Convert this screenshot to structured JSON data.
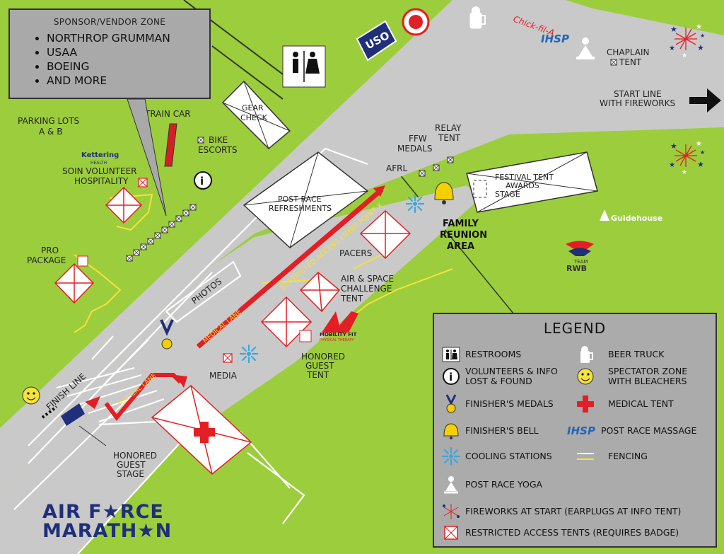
{
  "colors": {
    "grass": "#9ccd3c",
    "road": "#c9c9c9",
    "accent_red": "#e31e24",
    "navy": "#1f2f7a",
    "fence_white": "#ffffff",
    "fence_yellow": "#f5e23a",
    "legend_bg": "#ababab"
  },
  "sponsor": {
    "title": "SPONSOR/VENDOR ZONE",
    "items": [
      "NORTHROP GRUMMAN",
      "USAA",
      "BOEING",
      "AND MORE"
    ]
  },
  "labels": {
    "parking": "PARKING LOTS",
    "parking2": "A & B",
    "train_car": "TRAIN CAR",
    "gear": "GEAR",
    "check": "CHECK",
    "bike": "BIKE",
    "escorts": "ESCORTS",
    "soin": "SOIN VOLUNTEER",
    "hospitality": "HOSPITALITY",
    "kettering": "Kettering",
    "health": "HEALTH",
    "pro": "PRO",
    "package": "PACKAGE",
    "post_race": "POST RACE",
    "refreshments": "REFRESHMENTS",
    "photos": "PHOTOS",
    "restricted_access": "RESTRICTED ACCESS ENTRY POINT X",
    "medical_lane": "MEDICAL LANE",
    "pacers": "PACERS",
    "air_space": "AIR & SPACE",
    "challenge": "CHALLENGE",
    "tent": "TENT",
    "media": "MEDIA",
    "honored1": "HONORED",
    "guest1": "GUEST",
    "tent2": "TENT",
    "finish_line": "FINISH LINE",
    "honored_stage1": "HONORED",
    "honored_stage2": "GUEST",
    "honored_stage3": "STAGE",
    "ffw": "FFW",
    "medals": "MEDALS",
    "relay": "RELAY",
    "relay_tent": "TENT",
    "afrl": "AFRL",
    "festival_tent": "FESTIVAL  TENT",
    "awards": "AWARDS",
    "stage": "STAGE",
    "family1": "FAMILY",
    "family2": "REUNION",
    "family3": "AREA",
    "chaplain": "CHAPLAIN",
    "chaplain_tent": "TENT",
    "start1": "START LINE",
    "start2": "WITH FIREWORKS",
    "guidehouse": "Guidehouse",
    "team": "TEAM",
    "rwb": "RWB",
    "uso": "USO",
    "ihsp": "IHSP",
    "chick": "Chick-fil-A",
    "mobility1": "MOBILITY FIT",
    "mobility2": "PHYSICAL THERAPY"
  },
  "legend": {
    "title": "LEGEND",
    "items": [
      {
        "icon": "restroom-icon",
        "label": "RESTROOMS"
      },
      {
        "icon": "beer-truck-icon",
        "label": "BEER TRUCK"
      },
      {
        "icon": "info-icon",
        "label": "VOLUNTEERS & INFO\nLOST & FOUND"
      },
      {
        "icon": "smiley-icon",
        "label": "SPECTATOR ZONE\nWITH BLEACHERS"
      },
      {
        "icon": "medal-icon",
        "label": "FINISHER'S MEDALS"
      },
      {
        "icon": "medical-cross-icon",
        "label": "MEDICAL TENT"
      },
      {
        "icon": "bell-icon",
        "label": "FINISHER'S BELL"
      },
      {
        "icon": "ihsp-icon",
        "label": "POST RACE MASSAGE"
      },
      {
        "icon": "cooling-icon",
        "label": "COOLING STATIONS"
      },
      {
        "icon": "fencing-icon",
        "label": "FENCING"
      },
      {
        "icon": "yoga-icon",
        "label": "POST RACE YOGA"
      },
      {
        "icon": "fireworks-icon",
        "label": "FIREWORKS AT START (EARPLUGS AT INFO TENT)"
      },
      {
        "icon": "restricted-tent-icon",
        "label": "RESTRICTED ACCESS TENTS (REQUIRES BADGE)"
      }
    ]
  },
  "brand": {
    "line1": "AIR F★RCE",
    "line2": "MARATH★N"
  }
}
